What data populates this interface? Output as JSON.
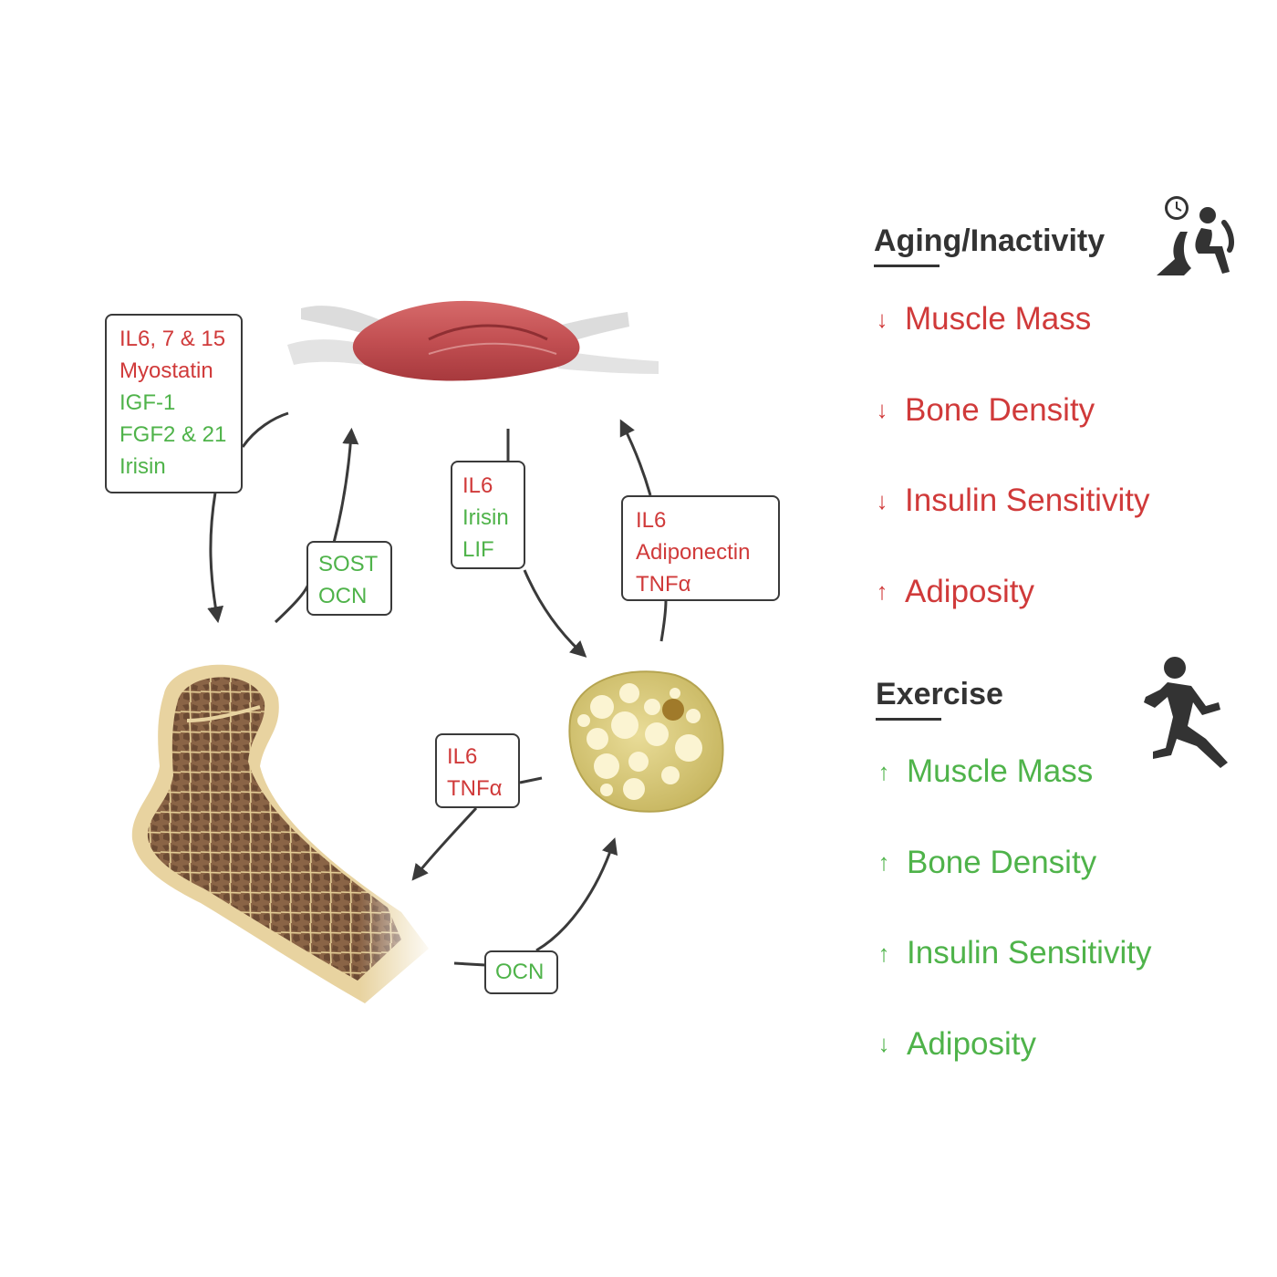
{
  "colors": {
    "red": "#d03a3a",
    "green": "#4fb34a",
    "dark": "#333333"
  },
  "boxes": {
    "muscle_to_bone": {
      "items": [
        {
          "text": "IL6, 7 & 15",
          "color": "red"
        },
        {
          "text": "Myostatin",
          "color": "red"
        },
        {
          "text": "IGF-1",
          "color": "green"
        },
        {
          "text": "FGF2 & 21",
          "color": "green"
        },
        {
          "text": "Irisin",
          "color": "green"
        }
      ]
    },
    "bone_to_muscle": {
      "items": [
        {
          "text": "SOST",
          "color": "green"
        },
        {
          "text": "OCN",
          "color": "green"
        }
      ]
    },
    "muscle_to_fat": {
      "items": [
        {
          "text": "IL6",
          "color": "red"
        },
        {
          "text": "Irisin",
          "color": "green"
        },
        {
          "text": "LIF",
          "color": "green"
        }
      ]
    },
    "fat_to_muscle": {
      "items": [
        {
          "text": "IL6",
          "color": "red"
        },
        {
          "text": "Adiponectin",
          "color": "red"
        },
        {
          "text": "TNFα",
          "color": "red"
        }
      ]
    },
    "fat_to_bone": {
      "items": [
        {
          "text": "IL6",
          "color": "red"
        },
        {
          "text": "TNFα",
          "color": "red"
        }
      ]
    },
    "bone_to_fat": {
      "items": [
        {
          "text": "OCN",
          "color": "green"
        }
      ]
    }
  },
  "aging": {
    "title": "Aging/Inactivity",
    "icon": "person-sitting-clock-icon",
    "effects": [
      {
        "direction": "down",
        "label": "Muscle Mass"
      },
      {
        "direction": "down",
        "label": "Bone Density"
      },
      {
        "direction": "down",
        "label": "Insulin Sensitivity"
      },
      {
        "direction": "up",
        "label": "Adiposity"
      }
    ]
  },
  "exercise": {
    "title": "Exercise",
    "icon": "running-person-icon",
    "effects": [
      {
        "direction": "up",
        "label": "Muscle Mass"
      },
      {
        "direction": "up",
        "label": "Bone Density"
      },
      {
        "direction": "up",
        "label": "Insulin Sensitivity"
      },
      {
        "direction": "down",
        "label": "Adiposity"
      }
    ]
  }
}
